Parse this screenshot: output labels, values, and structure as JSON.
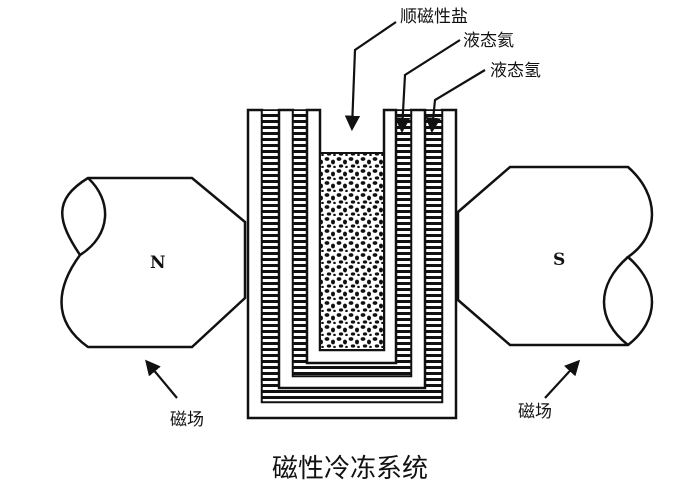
{
  "labels": {
    "paramagnetic_salt": "顺磁性盐",
    "liquid_helium": "液态氦",
    "liquid_hydrogen": "液态氢",
    "magnetic_field_left": "磁场",
    "magnetic_field_right": "磁场"
  },
  "poles": {
    "north": "N",
    "south": "S"
  },
  "caption": "磁性冷冻系统",
  "colors": {
    "ink": "#111111",
    "paper": "#ffffff"
  }
}
